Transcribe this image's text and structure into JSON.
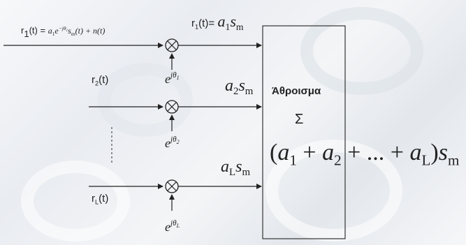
{
  "inputs": {
    "r1": {
      "label": "r",
      "index": "1",
      "arg": "(t)",
      "eq": " = ",
      "a": "a",
      "a_idx": "1",
      "e": "e",
      "exp": "−jθ",
      "exp_idx": "1",
      "s": "s",
      "s_idx": "m",
      "tail": "(t) + n(t)"
    },
    "r2": {
      "label": "r",
      "index": "2",
      "arg": "(t)"
    },
    "rL": {
      "label": "r",
      "index": "L",
      "arg": "(t)"
    }
  },
  "outputs": {
    "o1": {
      "label": "r",
      "index": "1",
      "arg": "(t)=",
      "a": "a",
      "a_idx": "1",
      "s": "s",
      "s_idx": "m"
    },
    "o2": {
      "a": "a",
      "a_idx": "2",
      "s": "s",
      "s_idx": "m"
    },
    "oL": {
      "a": "a",
      "a_idx": "L",
      "s": "s",
      "s_idx": "m"
    }
  },
  "phasors": [
    {
      "e": "e",
      "exp": "jθ",
      "idx": "1"
    },
    {
      "e": "e",
      "exp": "jθ",
      "idx": "2"
    },
    {
      "e": "e",
      "exp": "jθ",
      "idx": "L"
    }
  ],
  "combiner": {
    "title": "Άθροισμα",
    "symbol": "Σ",
    "formula": {
      "open": "(",
      "a": "a",
      "plus": " + ",
      "dots": "...",
      "close": ")",
      "idx1": "1",
      "idx2": "2",
      "idxL": "L",
      "s": "s",
      "s_idx": "m"
    }
  },
  "multiplier_symbol": "⊗"
}
